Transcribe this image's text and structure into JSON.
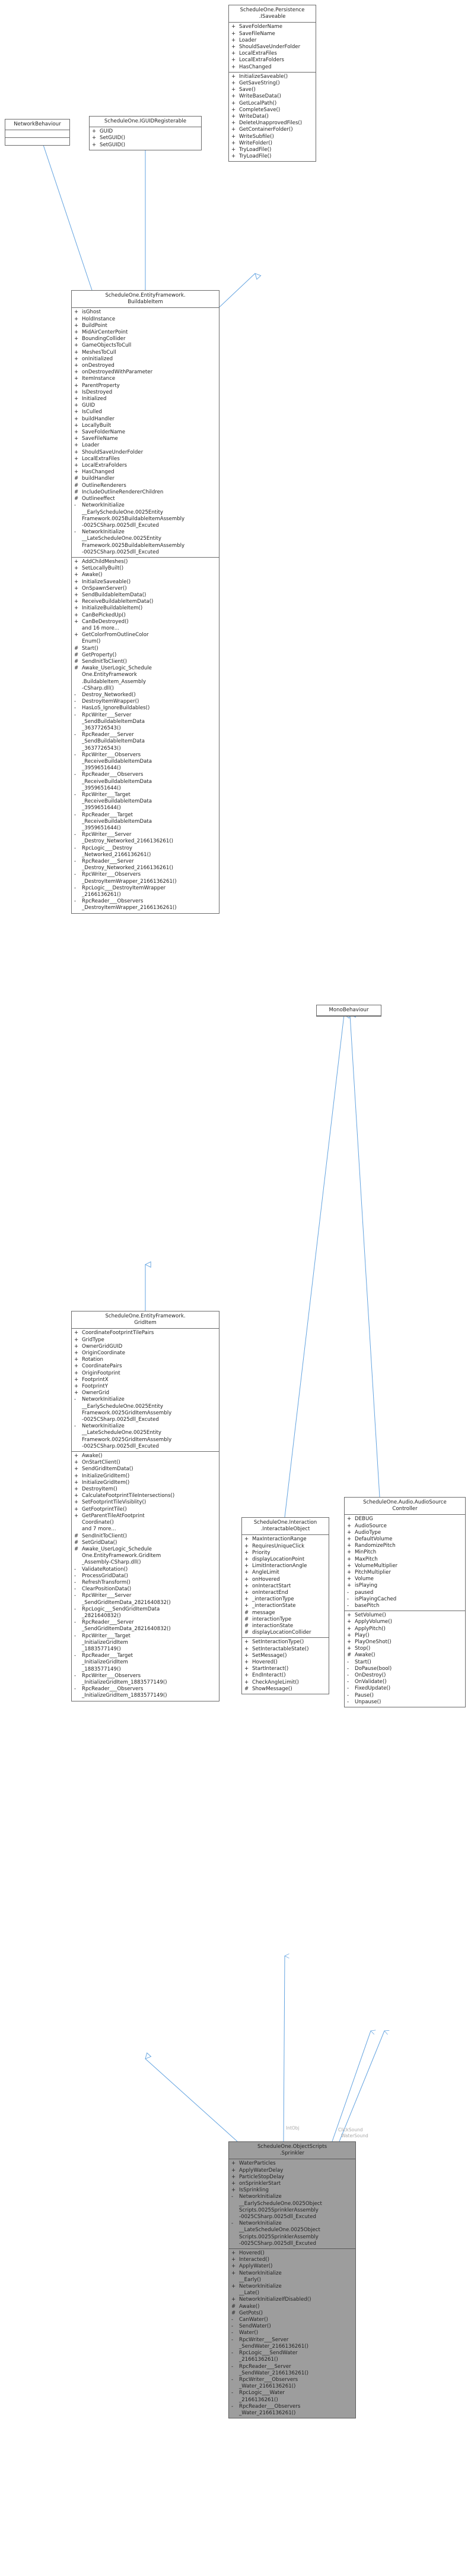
{
  "classes": [
    {
      "id": "network-behaviour",
      "title": "NetworkBehaviour",
      "sections": [
        [],
        []
      ]
    },
    {
      "id": "iguid-registerable",
      "title": "ScheduleOne.IGUIDRegisterable",
      "sections": [
        [
          [
            "+",
            "GUID"
          ],
          [
            "+",
            "SetGUID()"
          ],
          [
            "+",
            "SetGUID()"
          ]
        ]
      ]
    },
    {
      "id": "isaveable",
      "title": "ScheduleOne.Persistence\n.ISaveable",
      "sections": [
        [
          [
            "+",
            "SaveFolderName"
          ],
          [
            "+",
            "SaveFileName"
          ],
          [
            "+",
            "Loader"
          ],
          [
            "+",
            "ShouldSaveUnderFolder"
          ],
          [
            "+",
            "LocalExtraFiles"
          ],
          [
            "+",
            "LocalExtraFolders"
          ],
          [
            "+",
            "HasChanged"
          ]
        ],
        [
          [
            "+",
            "InitializeSaveable()"
          ],
          [
            "+",
            "GetSaveString()"
          ],
          [
            "+",
            "Save()"
          ],
          [
            "+",
            "WriteBaseData()"
          ],
          [
            "+",
            "GetLocalPath()"
          ],
          [
            "+",
            "CompleteSave()"
          ],
          [
            "+",
            "WriteData()"
          ],
          [
            "+",
            "DeleteUnapprovedFiles()"
          ],
          [
            "+",
            "GetContainerFolder()"
          ],
          [
            "+",
            "WriteSubfile()"
          ],
          [
            "+",
            "WriteFolder()"
          ],
          [
            "+",
            "TryLoadFile()"
          ],
          [
            "+",
            "TryLoadFile()"
          ]
        ]
      ]
    },
    {
      "id": "buildable-item",
      "title": "ScheduleOne.EntityFramework.\nBuildableItem",
      "sections": [
        [
          [
            "+",
            "isGhost"
          ],
          [
            "+",
            "HoldInstance"
          ],
          [
            "+",
            "BuildPoint"
          ],
          [
            "+",
            "MidAirCenterPoint"
          ],
          [
            "+",
            "BoundingCollider"
          ],
          [
            "+",
            "GameObjectsToCull"
          ],
          [
            "+",
            "MeshesToCull"
          ],
          [
            "+",
            "onInitialized"
          ],
          [
            "+",
            "onDestroyed"
          ],
          [
            "+",
            "onDestroyedWithParameter"
          ],
          [
            "+",
            "ItemInstance"
          ],
          [
            "+",
            "ParentProperty"
          ],
          [
            "+",
            "IsDestroyed"
          ],
          [
            "+",
            "Initialized"
          ],
          [
            "+",
            "GUID"
          ],
          [
            "+",
            "IsCulled"
          ],
          [
            "+",
            "buildHandler"
          ],
          [
            "+",
            "LocallyBuilt"
          ],
          [
            "+",
            "SaveFolderName"
          ],
          [
            "+",
            "SaveFileName"
          ],
          [
            "+",
            "Loader"
          ],
          [
            "+",
            "ShouldSaveUnderFolder"
          ],
          [
            "+",
            "LocalExtraFiles"
          ],
          [
            "+",
            "LocalExtraFolders"
          ],
          [
            "+",
            "HasChanged"
          ],
          [
            "#",
            "buildHandler"
          ],
          [
            "#",
            "OutlineRenderers"
          ],
          [
            "#",
            "IncludeOutlineRendererChildren"
          ],
          [
            "#",
            "Outlineeffect"
          ],
          [
            "-",
            "NetworkInitialize\n__EarlyScheduleOne.0025Entity\nFramework.0025BuildableItemAssembly\n-0025CSharp.0025dll_Excuted"
          ],
          [
            "-",
            "NetworkInitialize\n__LateScheduleOne.0025Entity\nFramework.0025BuildableItemAssembly\n-0025CSharp.0025dll_Excuted"
          ]
        ],
        [
          [
            "+",
            "AddChildMeshes()"
          ],
          [
            "+",
            "SetLocallyBuilt()"
          ],
          [
            "+",
            "Awake()"
          ],
          [
            "+",
            "InitializeSaveable()"
          ],
          [
            "+",
            "OnSpawnServer()"
          ],
          [
            "+",
            "SendBuildableItemData()"
          ],
          [
            "+",
            "ReceiveBuildableItemData()"
          ],
          [
            "+",
            "InitializeBuildableItem()"
          ],
          [
            "+",
            "CanBePickedUp()"
          ],
          [
            "+",
            "CanBeDestroyed()"
          ],
          [
            "",
            "and 16 more..."
          ],
          [
            "+",
            "GetColorFromOutlineColor\nEnum()"
          ],
          [
            "#",
            "Start()"
          ],
          [
            "#",
            "GetProperty()"
          ],
          [
            "#",
            "SendInitToClient()"
          ],
          [
            "#",
            "Awake_UserLogic_Schedule\nOne.EntityFramework\n.BuildableItem_Assembly\n-CSharp.dll()"
          ],
          [
            "-",
            "Destroy_Networked()"
          ],
          [
            "-",
            "DestroyItemWrapper()"
          ],
          [
            "-",
            "HasLoS_IgnoreBuildables()"
          ],
          [
            "-",
            "RpcWriter___Server\n_SendBuildableItemData\n_3637726543()"
          ],
          [
            "-",
            "RpcReader___Server\n_SendBuildableItemData\n_3637726543()"
          ],
          [
            "-",
            "RpcWriter___Observers\n_ReceiveBuildableItemData\n_3959651644()"
          ],
          [
            "-",
            "RpcReader___Observers\n_ReceiveBuildableItemData\n_3959651644()"
          ],
          [
            "-",
            "RpcWriter___Target\n_ReceiveBuildableItemData\n_3959651644()"
          ],
          [
            "-",
            "RpcReader___Target\n_ReceiveBuildableItemData\n_3959651644()"
          ],
          [
            "-",
            "RpcWriter___Server\n_Destroy_Networked_2166136261()"
          ],
          [
            "-",
            "RpcLogic___Destroy\n_Networked_2166136261()"
          ],
          [
            "-",
            "RpcReader___Server\n_Destroy_Networked_2166136261()"
          ],
          [
            "-",
            "RpcWriter___Observers\n_DestroyItemWrapper_2166136261()"
          ],
          [
            "-",
            "RpcLogic___DestroyItemWrapper\n_2166136261()"
          ],
          [
            "-",
            "RpcReader___Observers\n_DestroyItemWrapper_2166136261()"
          ]
        ]
      ]
    },
    {
      "id": "mono-behaviour",
      "title": "MonoBehaviour",
      "sections": []
    },
    {
      "id": "grid-item",
      "title": "ScheduleOne.EntityFramework.\nGridItem",
      "sections": [
        [
          [
            "+",
            "CoordinateFootprintTilePairs"
          ],
          [
            "+",
            "GridType"
          ],
          [
            "+",
            "OwnerGridGUID"
          ],
          [
            "+",
            "OriginCoordinate"
          ],
          [
            "+",
            "Rotation"
          ],
          [
            "+",
            "CoordinatePairs"
          ],
          [
            "+",
            "OriginFootprint"
          ],
          [
            "+",
            "FootprintX"
          ],
          [
            "+",
            "FootprintY"
          ],
          [
            "+",
            "OwnerGrid"
          ],
          [
            "-",
            "NetworkInitialize\n__EarlyScheduleOne.0025Entity\nFramework.0025GridItemAssembly\n-0025CSharp.0025dll_Excuted"
          ],
          [
            "-",
            "NetworkInitialize\n__LateScheduleOne.0025Entity\nFramework.0025GridItemAssembly\n-0025CSharp.0025dll_Excuted"
          ]
        ],
        [
          [
            "+",
            "Awake()"
          ],
          [
            "+",
            "OnStartClient()"
          ],
          [
            "+",
            "SendGridItemData()"
          ],
          [
            "+",
            "InitializeGridItem()"
          ],
          [
            "+",
            "InitializeGridItem()"
          ],
          [
            "+",
            "DestroyItem()"
          ],
          [
            "+",
            "CalculateFootprintTileIntersections()"
          ],
          [
            "+",
            "SetFootprintTileVisiblity()"
          ],
          [
            "+",
            "GetFootprintTile()"
          ],
          [
            "+",
            "GetParentTileAtFootprint\nCoordinate()"
          ],
          [
            "",
            "and 7 more..."
          ],
          [
            "#",
            "SendInitToClient()"
          ],
          [
            "#",
            "SetGridData()"
          ],
          [
            "#",
            "Awake_UserLogic_Schedule\nOne.EntityFramework.GridItem\n_Assembly-CSharp.dll()"
          ],
          [
            "-",
            "ValidateRotation()"
          ],
          [
            "-",
            "ProcessGridData()"
          ],
          [
            "-",
            "RefreshTransform()"
          ],
          [
            "-",
            "ClearPositionData()"
          ],
          [
            "-",
            "RpcWriter___Server\n_SendGridItemData_2821640832()"
          ],
          [
            "-",
            "RpcLogic___SendGridItemData\n_2821640832()"
          ],
          [
            "-",
            "RpcReader___Server\n_SendGridItemData_2821640832()"
          ],
          [
            "-",
            "RpcWriter___Target\n_InitializeGridItem\n_1883577149()"
          ],
          [
            "-",
            "RpcReader___Target\n_InitializeGridItem\n_1883577149()"
          ],
          [
            "-",
            "RpcWriter___Observers\n_InitializeGridItem_1883577149()"
          ],
          [
            "-",
            "RpcReader___Observers\n_InitializeGridItem_1883577149()"
          ]
        ]
      ]
    },
    {
      "id": "interactable-object",
      "title": "ScheduleOne.Interaction\n.InteractableObject",
      "sections": [
        [
          [
            "+",
            "MaxInteractionRange"
          ],
          [
            "+",
            "RequiresUniqueClick"
          ],
          [
            "+",
            "Priority"
          ],
          [
            "+",
            "displayLocationPoint"
          ],
          [
            "+",
            "LimitInteractionAngle"
          ],
          [
            "+",
            "AngleLimit"
          ],
          [
            "+",
            "onHovered"
          ],
          [
            "+",
            "onInteractStart"
          ],
          [
            "+",
            "onInteractEnd"
          ],
          [
            "+",
            "_interactionType"
          ],
          [
            "+",
            "_interactionState"
          ],
          [
            "#",
            "message"
          ],
          [
            "#",
            "interactionType"
          ],
          [
            "#",
            "interactionState"
          ],
          [
            "#",
            "displayLocationCollider"
          ]
        ],
        [
          [
            "+",
            "SetInteractionType()"
          ],
          [
            "+",
            "SetInteractableState()"
          ],
          [
            "+",
            "SetMessage()"
          ],
          [
            "+",
            "Hovered()"
          ],
          [
            "+",
            "StartInteract()"
          ],
          [
            "+",
            "EndInteract()"
          ],
          [
            "+",
            "CheckAngleLimit()"
          ],
          [
            "#",
            "ShowMessage()"
          ]
        ]
      ]
    },
    {
      "id": "audio-source-controller",
      "title": "ScheduleOne.Audio.AudioSource\nController",
      "sections": [
        [
          [
            "+",
            "DEBUG"
          ],
          [
            "+",
            "AudioSource"
          ],
          [
            "+",
            "AudioType"
          ],
          [
            "+",
            "DefaultVolume"
          ],
          [
            "+",
            "RandomizePitch"
          ],
          [
            "+",
            "MinPitch"
          ],
          [
            "+",
            "MaxPitch"
          ],
          [
            "+",
            "VolumeMultiplier"
          ],
          [
            "+",
            "PitchMultiplier"
          ],
          [
            "+",
            "Volume"
          ],
          [
            "+",
            "isPlaying"
          ],
          [
            "-",
            "paused"
          ],
          [
            "-",
            "isPlayingCached"
          ],
          [
            "-",
            "basePitch"
          ]
        ],
        [
          [
            "+",
            "SetVolume()"
          ],
          [
            "+",
            "ApplyVolume()"
          ],
          [
            "+",
            "ApplyPitch()"
          ],
          [
            "+",
            "Play()"
          ],
          [
            "+",
            "PlayOneShot()"
          ],
          [
            "+",
            "Stop()"
          ],
          [
            "#",
            "Awake()"
          ],
          [
            "-",
            "Start()"
          ],
          [
            "-",
            "DoPause(bool)"
          ],
          [
            "-",
            "OnDestroy()"
          ],
          [
            "-",
            "OnValidate()"
          ],
          [
            "-",
            "FixedUpdate()"
          ],
          [
            "-",
            "Pause()"
          ],
          [
            "-",
            "Unpause()"
          ]
        ]
      ]
    },
    {
      "id": "sprinkler",
      "title": "ScheduleOne.ObjectScripts\n.Sprinkler",
      "highlight": true,
      "sections": [
        [
          [
            "+",
            "WaterParticles"
          ],
          [
            "+",
            "ApplyWaterDelay"
          ],
          [
            "+",
            "ParticleStopDelay"
          ],
          [
            "+",
            "onSprinklerStart"
          ],
          [
            "+",
            "IsSprinkling"
          ],
          [
            "-",
            "NetworkInitialize\n__EarlyScheduleOne.0025Object\nScripts.0025SprinklerAssembly\n-0025CSharp.0025dll_Excuted"
          ],
          [
            "-",
            "NetworkInitialize\n__LateScheduleOne.0025Object\nScripts.0025SprinklerAssembly\n-0025CSharp.0025dll_Excuted"
          ]
        ],
        [
          [
            "+",
            "Hovered()"
          ],
          [
            "+",
            "Interacted()"
          ],
          [
            "+",
            "ApplyWater()"
          ],
          [
            "+",
            "NetworkInitialize\n__Early()"
          ],
          [
            "+",
            "NetworkInitialize\n__Late()"
          ],
          [
            "+",
            "NetworkInitializeIfDisabled()"
          ],
          [
            "#",
            "Awake()"
          ],
          [
            "#",
            "GetPots()"
          ],
          [
            "-",
            "CanWater()"
          ],
          [
            "-",
            "SendWater()"
          ],
          [
            "-",
            "Water()"
          ],
          [
            "-",
            "RpcWriter___Server\n_SendWater_2166136261()"
          ],
          [
            "-",
            "RpcLogic___SendWater\n_2166136261()"
          ],
          [
            "-",
            "RpcReader___Server\n_SendWater_2166136261()"
          ],
          [
            "-",
            "RpcWriter___Observers\n_Water_2166136261()"
          ],
          [
            "-",
            "RpcLogic___Water\n_2166136261()"
          ],
          [
            "-",
            "RpcReader___Observers\n_Water_2166136261()"
          ]
        ]
      ]
    }
  ],
  "edge_labels": {
    "intobj": "IntObj",
    "click_sound": "ClickSound",
    "water_sound": "WaterSound"
  }
}
